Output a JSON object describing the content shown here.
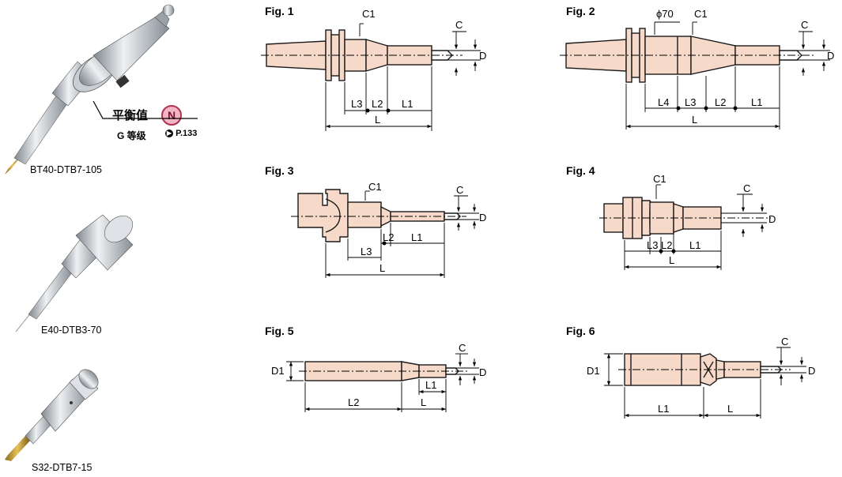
{
  "products": [
    {
      "caption": "BT40-DTB7-105"
    },
    {
      "caption": "E40-DTB3-70"
    },
    {
      "caption": "S32-DTB7-15"
    }
  ],
  "balance_note": {
    "label": "平衡值",
    "badge": "N",
    "grade": "G 等级",
    "page_ref": "P.133"
  },
  "figures": [
    {
      "title": "Fig. 1"
    },
    {
      "title": "Fig. 2"
    },
    {
      "title": "Fig. 3"
    },
    {
      "title": "Fig. 4"
    },
    {
      "title": "Fig. 5"
    },
    {
      "title": "Fig. 6"
    }
  ],
  "dims": {
    "c": "C",
    "c1": "C1",
    "d": "D",
    "d1": "D1",
    "l": "L",
    "l1": "L1",
    "l2": "L2",
    "l3": "L3",
    "l4": "L4",
    "phi70": "ϕ70"
  },
  "colors": {
    "body_fill": "#f6d9c8",
    "outline": "#1a1a1a",
    "steel": "#b9bfc6",
    "badge_fill": "#f2b5c4",
    "badge_stroke": "#b0324f"
  }
}
